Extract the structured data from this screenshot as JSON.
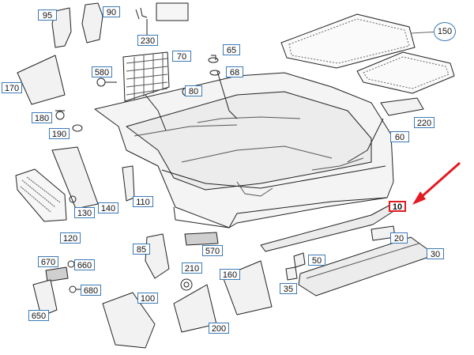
{
  "diagram": {
    "highlight_color": "#e11b22",
    "callout_border_color": "#3b7ab8",
    "callouts": {
      "c95": "95",
      "c90": "90",
      "c230": "230",
      "c150": "150",
      "c170": "170",
      "c580": "580",
      "c70": "70",
      "c65": "65",
      "c68": "68",
      "c80": "80",
      "c180": "180",
      "c190": "190",
      "c220": "220",
      "c60": "60",
      "c110": "110",
      "c130": "130",
      "c140": "140",
      "c120": "120",
      "c10": "10",
      "c20": "20",
      "c570": "570",
      "c85": "85",
      "c670": "670",
      "c660": "660",
      "c210": "210",
      "c50": "50",
      "c30": "30",
      "c160": "160",
      "c680": "680",
      "c35": "35",
      "c100": "100",
      "c650": "650",
      "c200": "200"
    }
  }
}
